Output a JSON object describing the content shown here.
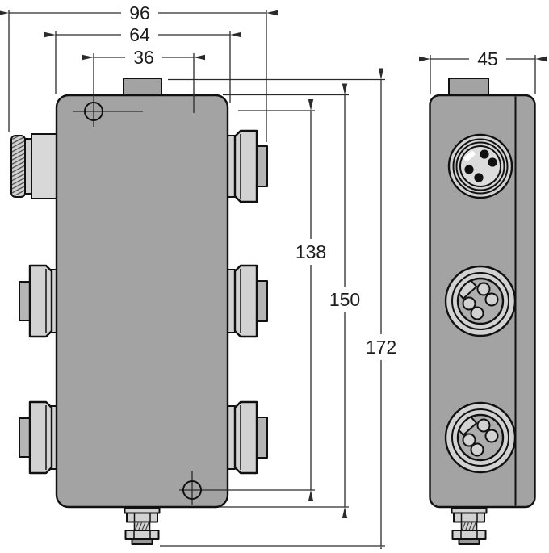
{
  "drawing": {
    "dimensions": {
      "overall_width": "96",
      "body_width": "64",
      "hole_offset_x": "36",
      "hole_spacing_y": "138",
      "body_height": "150",
      "overall_height": "172",
      "depth": "45"
    }
  },
  "colors": {
    "background": "#ffffff",
    "body_gray": "#a3a3a3",
    "part_light": "#d2d2d2",
    "part_lighter": "#d8d8d8",
    "part_mid": "#b5b5b5",
    "face_ring": "#dcdcdc",
    "face_dark": "#aeaeae",
    "tip_dark": "#9a9a9a",
    "outline": "#111111",
    "dim_line": "#2b2b2b",
    "pin_black": "#111111",
    "label_text": "#1c1c1c"
  }
}
